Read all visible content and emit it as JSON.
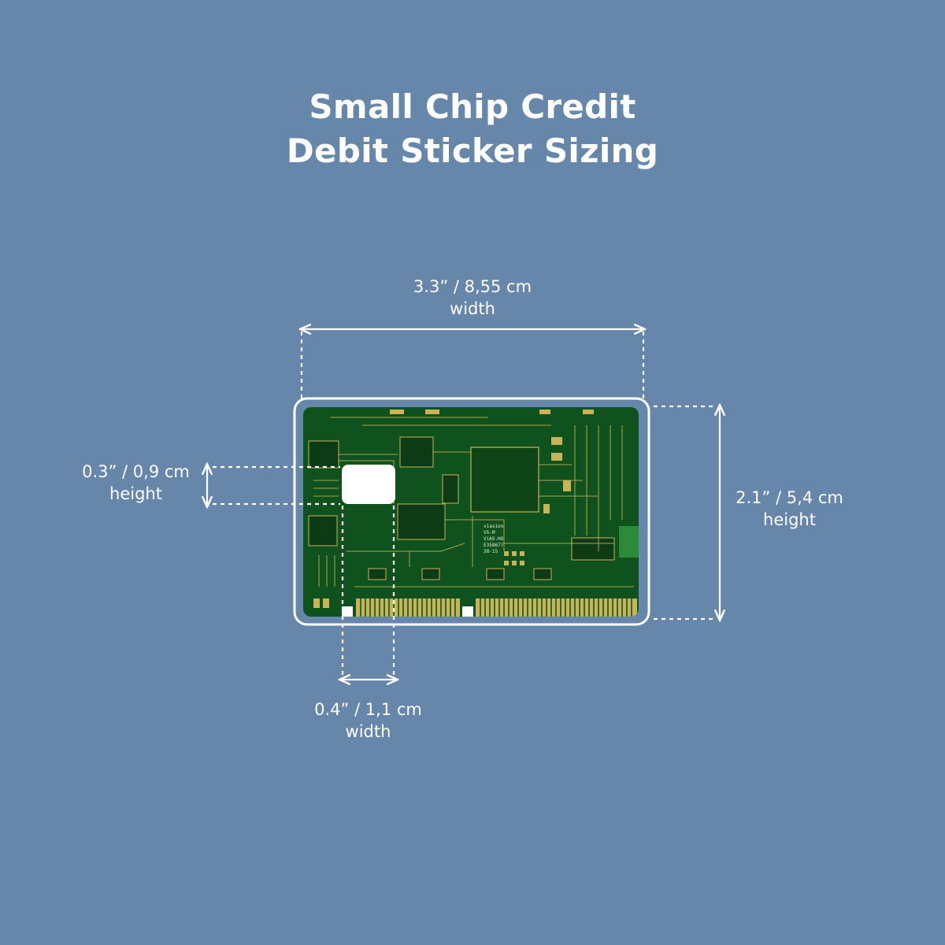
{
  "title": {
    "line1": "Small Chip Credit",
    "line2": "Debit Sticker Sizing"
  },
  "dimensions": {
    "card_width": {
      "value": "3.3” / 8,55 cm",
      "label": "width"
    },
    "card_height": {
      "value": "2.1” / 5,4 cm",
      "label": "height"
    },
    "chip_height": {
      "value": "0.3” / 0,9 cm",
      "label": "height"
    },
    "chip_width": {
      "value": "0.4” / 1,1 cm",
      "label": "width"
    }
  },
  "board_text": {
    "brand": "viasion",
    "line1": "VS-M",
    "line2": "ViAS-HO",
    "line3": "E358677",
    "line4": "38-15"
  },
  "colors": {
    "background": "#6787aa",
    "board": "#12561f",
    "trace": "#c7b35a",
    "lines": "#ffffff"
  }
}
